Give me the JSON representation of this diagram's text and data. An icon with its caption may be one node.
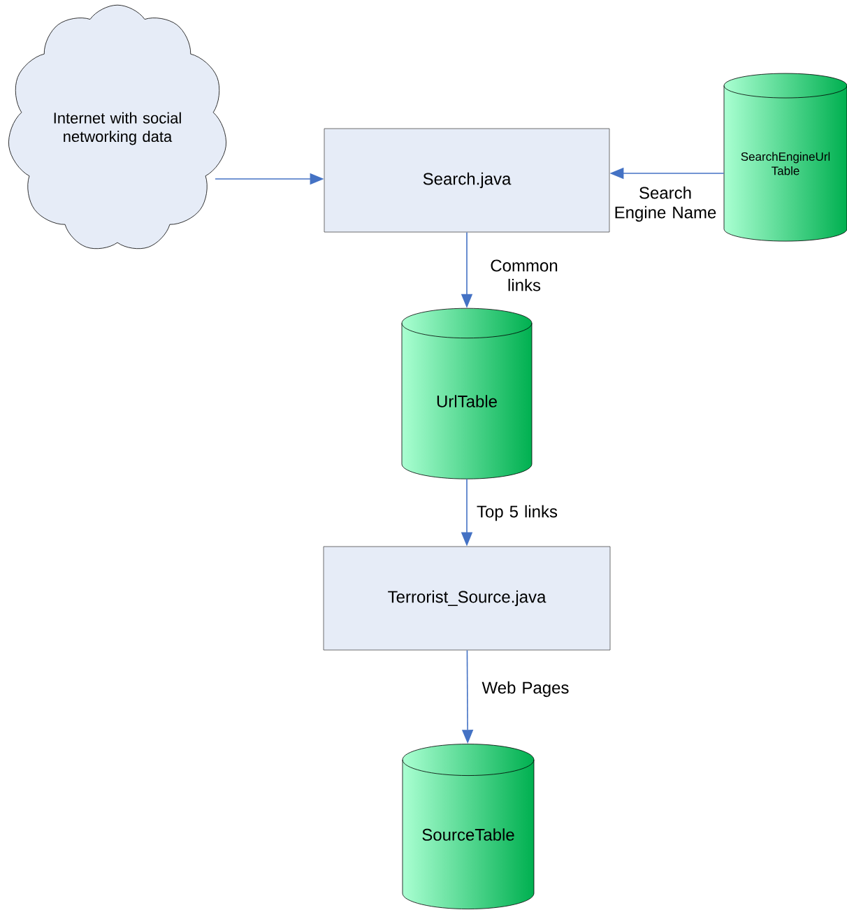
{
  "diagram": {
    "nodes": [
      {
        "text": [
          "Internet with social networking data"
        ]
      },
      {
        "text": [
          "Search.java"
        ]
      },
      {
        "text": [
          "SearchEngineUrl Table"
        ]
      },
      {
        "text": [
          "UrlTable"
        ]
      },
      {
        "text": [
          "Terrorist_Source.java"
        ]
      },
      {
        "text": [
          "SourceTable"
        ]
      }
    ],
    "edges": [
      {
        "from": 0,
        "to": 1,
        "arrow": "to"
      },
      {
        "from": 2,
        "to": 1,
        "arrow": "to",
        "label": "Search Engine Name"
      },
      {
        "from": 1,
        "to": 3,
        "arrow": "to",
        "label": "Common links"
      },
      {
        "from": 3,
        "to": 4,
        "arrow": "to",
        "label": "Top 5 links"
      },
      {
        "from": 4,
        "to": 5,
        "arrow": "to",
        "label": "Web Pages"
      }
    ]
  }
}
